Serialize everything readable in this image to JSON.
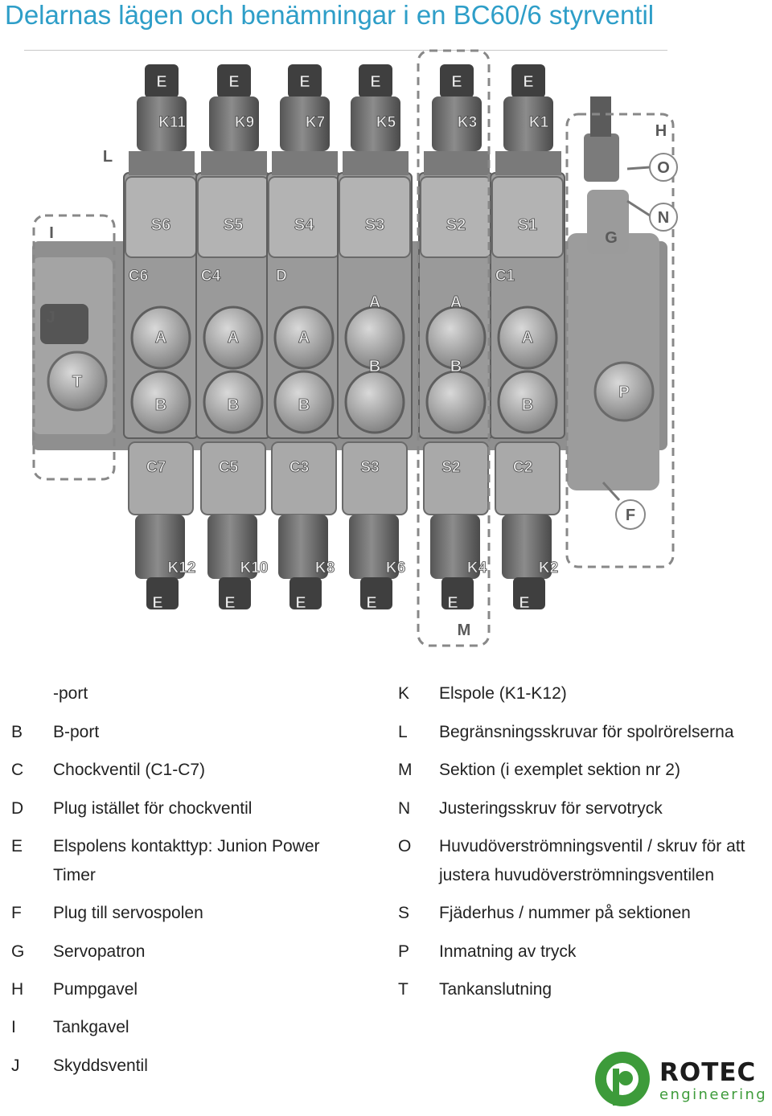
{
  "title": "Delarnas lägen och benämningar i en BC60/6 styrventil",
  "figure": {
    "top_e": [
      "E",
      "E",
      "E",
      "E",
      "E",
      "E"
    ],
    "coils_top": [
      "K11",
      "K9",
      "K7",
      "K5",
      "K3",
      "K1"
    ],
    "springs_top": [
      "S6",
      "S5",
      "S4",
      "S3",
      "S2",
      "S1"
    ],
    "shock_top": [
      "C6",
      "C4",
      "D",
      "",
      "",
      "C1"
    ],
    "port_a": [
      "A",
      "A",
      "A",
      "A",
      "A",
      "A"
    ],
    "port_b": [
      "B",
      "B",
      "B",
      "B",
      "B",
      "B"
    ],
    "springs_bottom": [
      "C7",
      "C5",
      "C3",
      "S3",
      "S2",
      "C2"
    ],
    "coils_bottom": [
      "K12",
      "K10",
      "K8",
      "K6",
      "K4",
      "K2"
    ],
    "bottom_e": [
      "E",
      "E",
      "E",
      "E",
      "E",
      "E"
    ],
    "callouts": {
      "L": "L",
      "I": "I",
      "J": "J",
      "T": "T",
      "H": "H",
      "O": "O",
      "N": "N",
      "G": "G",
      "P": "P",
      "F": "F",
      "M": "M"
    }
  },
  "legend_left": [
    {
      "key": "",
      "text": "-port"
    },
    {
      "key": "B",
      "text": "B-port"
    },
    {
      "key": "C",
      "text": "Chockventil (C1-C7)"
    },
    {
      "key": "D",
      "text": "Plug istället för chockventil"
    },
    {
      "key": "E",
      "text": "Elspolens kontakttyp: Junion Power Timer"
    },
    {
      "key": "F",
      "text": "Plug till servospolen"
    },
    {
      "key": "G",
      "text": "Servopatron"
    },
    {
      "key": "H",
      "text": "Pumpgavel"
    },
    {
      "key": "I",
      "text": "Tankgavel"
    },
    {
      "key": "J",
      "text": "Skyddsventil"
    }
  ],
  "legend_right": [
    {
      "key": "K",
      "text": "Elspole (K1-K12)"
    },
    {
      "key": "L",
      "text": "Begränsningsskruvar för spolrörelserna"
    },
    {
      "key": "M",
      "text": "Sektion (i exemplet sektion nr 2)"
    },
    {
      "key": "N",
      "text": "Justeringsskruv för servotryck"
    },
    {
      "key": "O",
      "text": "Huvudöverströmningsventil / skruv för att justera huvudöverströmningsventilen"
    },
    {
      "key": "S",
      "text": "Fjäderhus / nummer på sektionen"
    },
    {
      "key": "P",
      "text": "Inmatning av tryck"
    },
    {
      "key": "T",
      "text": "Tankanslutning"
    }
  ],
  "logo": {
    "name": "ROTEC",
    "sub": "engineering",
    "green": "#3d9b3a",
    "dark": "#1c1c1c"
  }
}
